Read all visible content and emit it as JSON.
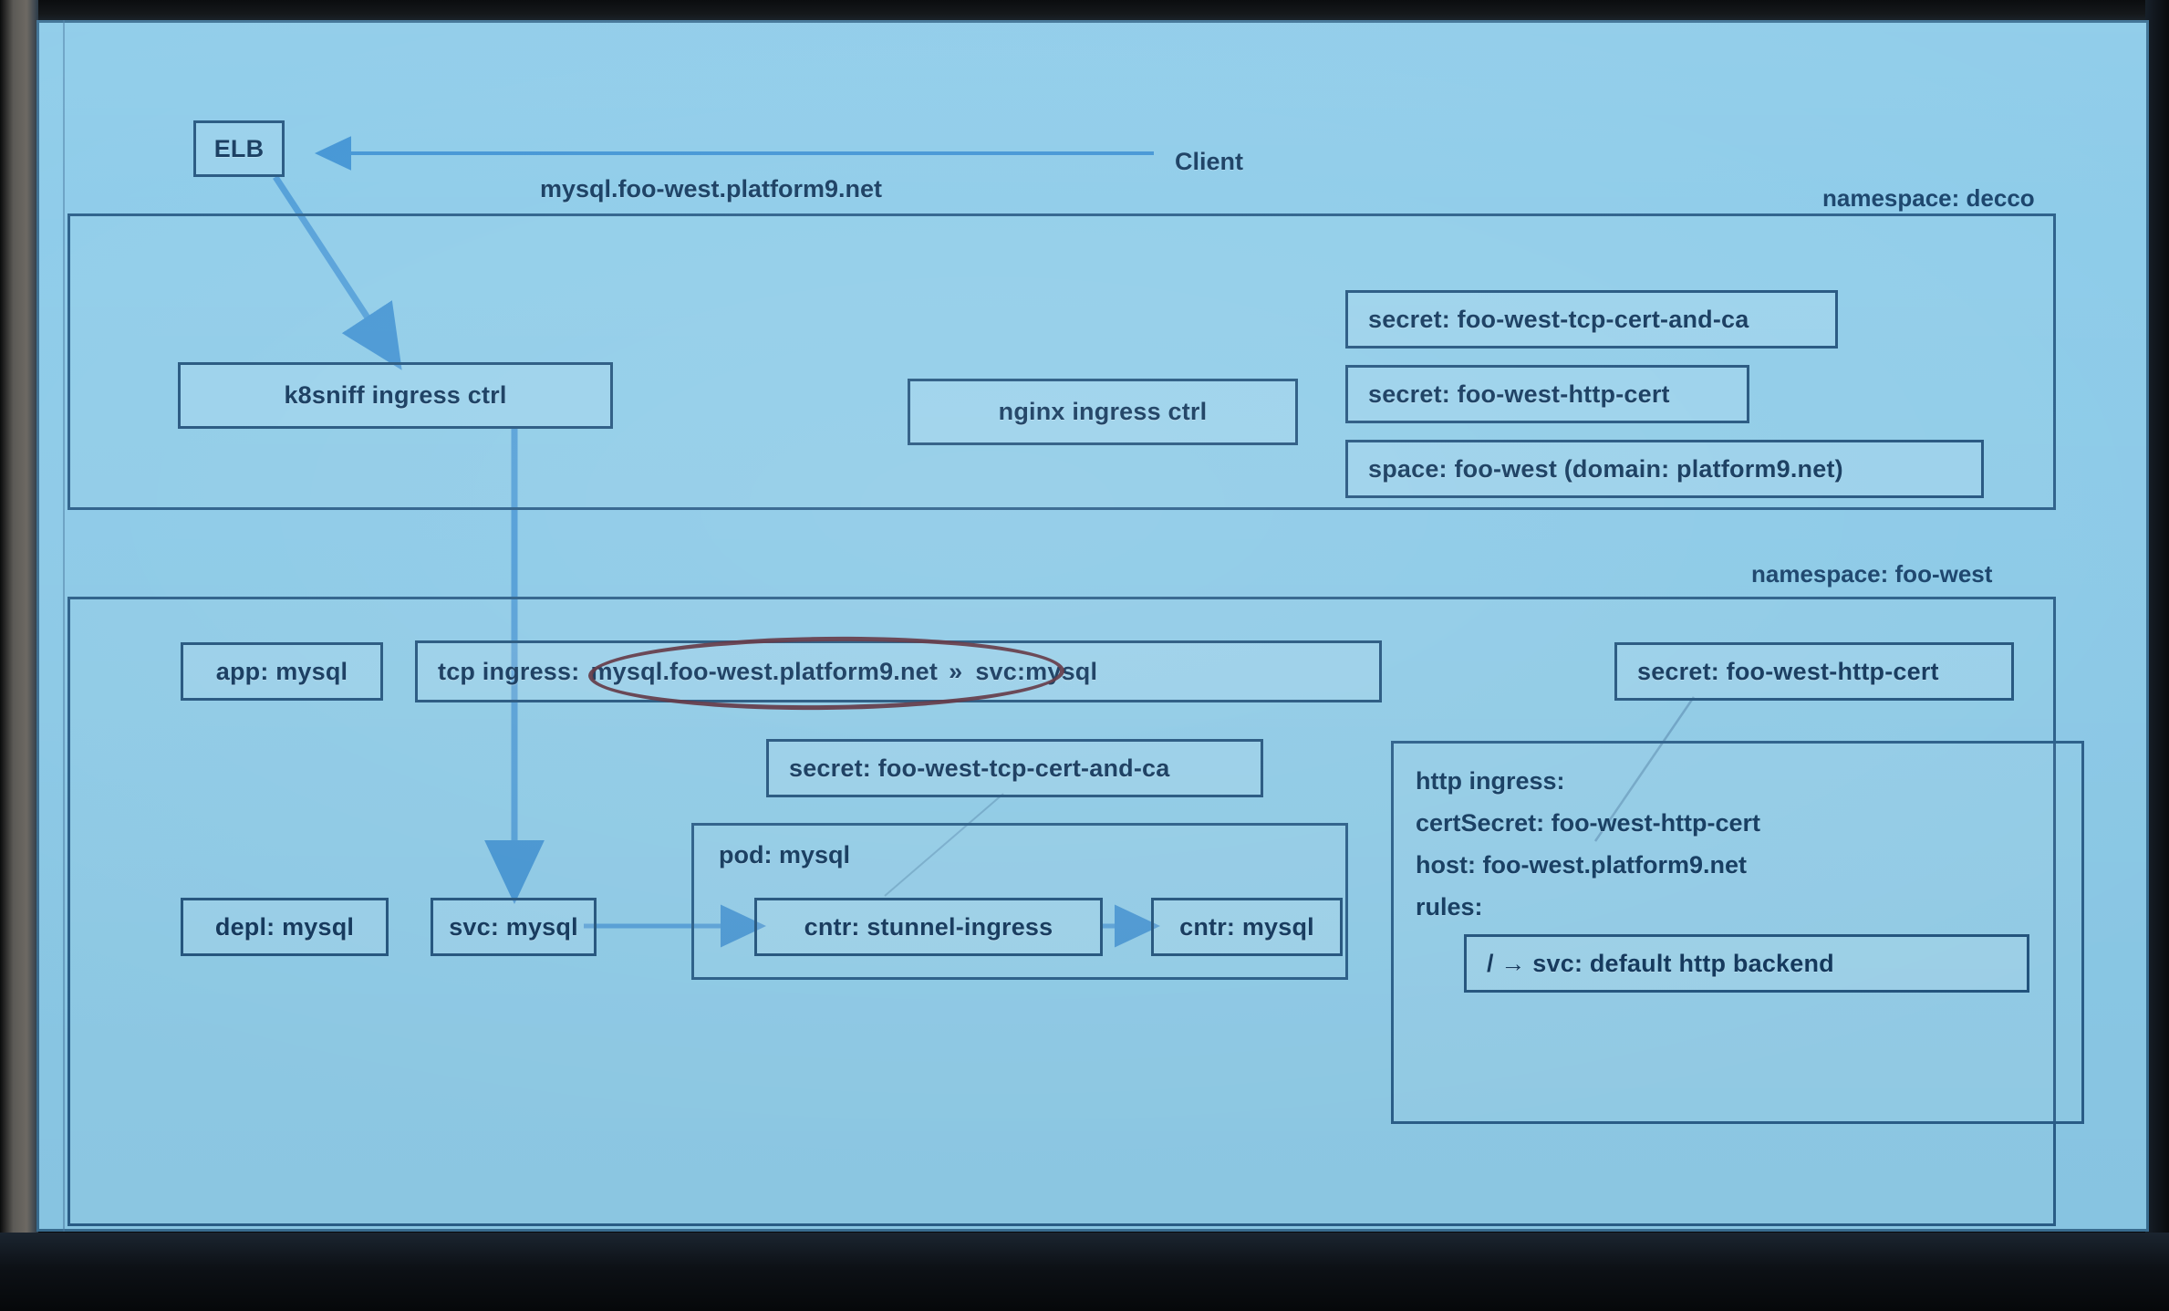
{
  "slide": {
    "title_hostname": "mysql.foo-west.platform9.net",
    "client_label": "Client",
    "elb_label": "ELB"
  },
  "namespaces": [
    {
      "id": "decco",
      "label": "namespace: decco"
    },
    {
      "id": "foo-west",
      "label": "namespace: foo-west"
    }
  ],
  "decco_namespace": {
    "ingress_controllers": [
      {
        "label": "k8sniff ingress ctrl"
      },
      {
        "label": "nginx ingress ctrl"
      }
    ],
    "resources": [
      {
        "label": "secret: foo-west-tcp-cert-and-ca"
      },
      {
        "label": "secret: foo-west-http-cert"
      },
      {
        "label": "space: foo-west (domain: platform9.net)"
      }
    ]
  },
  "foo_west_namespace": {
    "app_label": "app: mysql",
    "depl_label": "depl: mysql",
    "svc_label": "svc: mysql",
    "tcp_ingress": {
      "prefix": "tcp ingress:",
      "host": "mysql.foo-west.platform9.net",
      "arrow": "»",
      "target": "svc:mysql"
    },
    "tcp_secret": "secret: foo-west-tcp-cert-and-ca",
    "http_secret": "secret: foo-west-http-cert",
    "pod": {
      "label": "pod: mysql",
      "containers": [
        {
          "label": "cntr: stunnel-ingress"
        },
        {
          "label": "cntr: mysql"
        }
      ]
    },
    "http_ingress": {
      "title": "http ingress:",
      "cert_secret": "certSecret: foo-west-http-cert",
      "host": "host: foo-west.platform9.net",
      "rules_label": "rules:",
      "rule": "/ → svc: default http backend"
    }
  },
  "colors": {
    "slide_background": "#8ccbe9",
    "box_border": "#23557f",
    "group_border": "#2a5f8a",
    "text": "#11375c",
    "connector": "#3f93d4",
    "annotation_ellipse": "#5c2f3d"
  }
}
